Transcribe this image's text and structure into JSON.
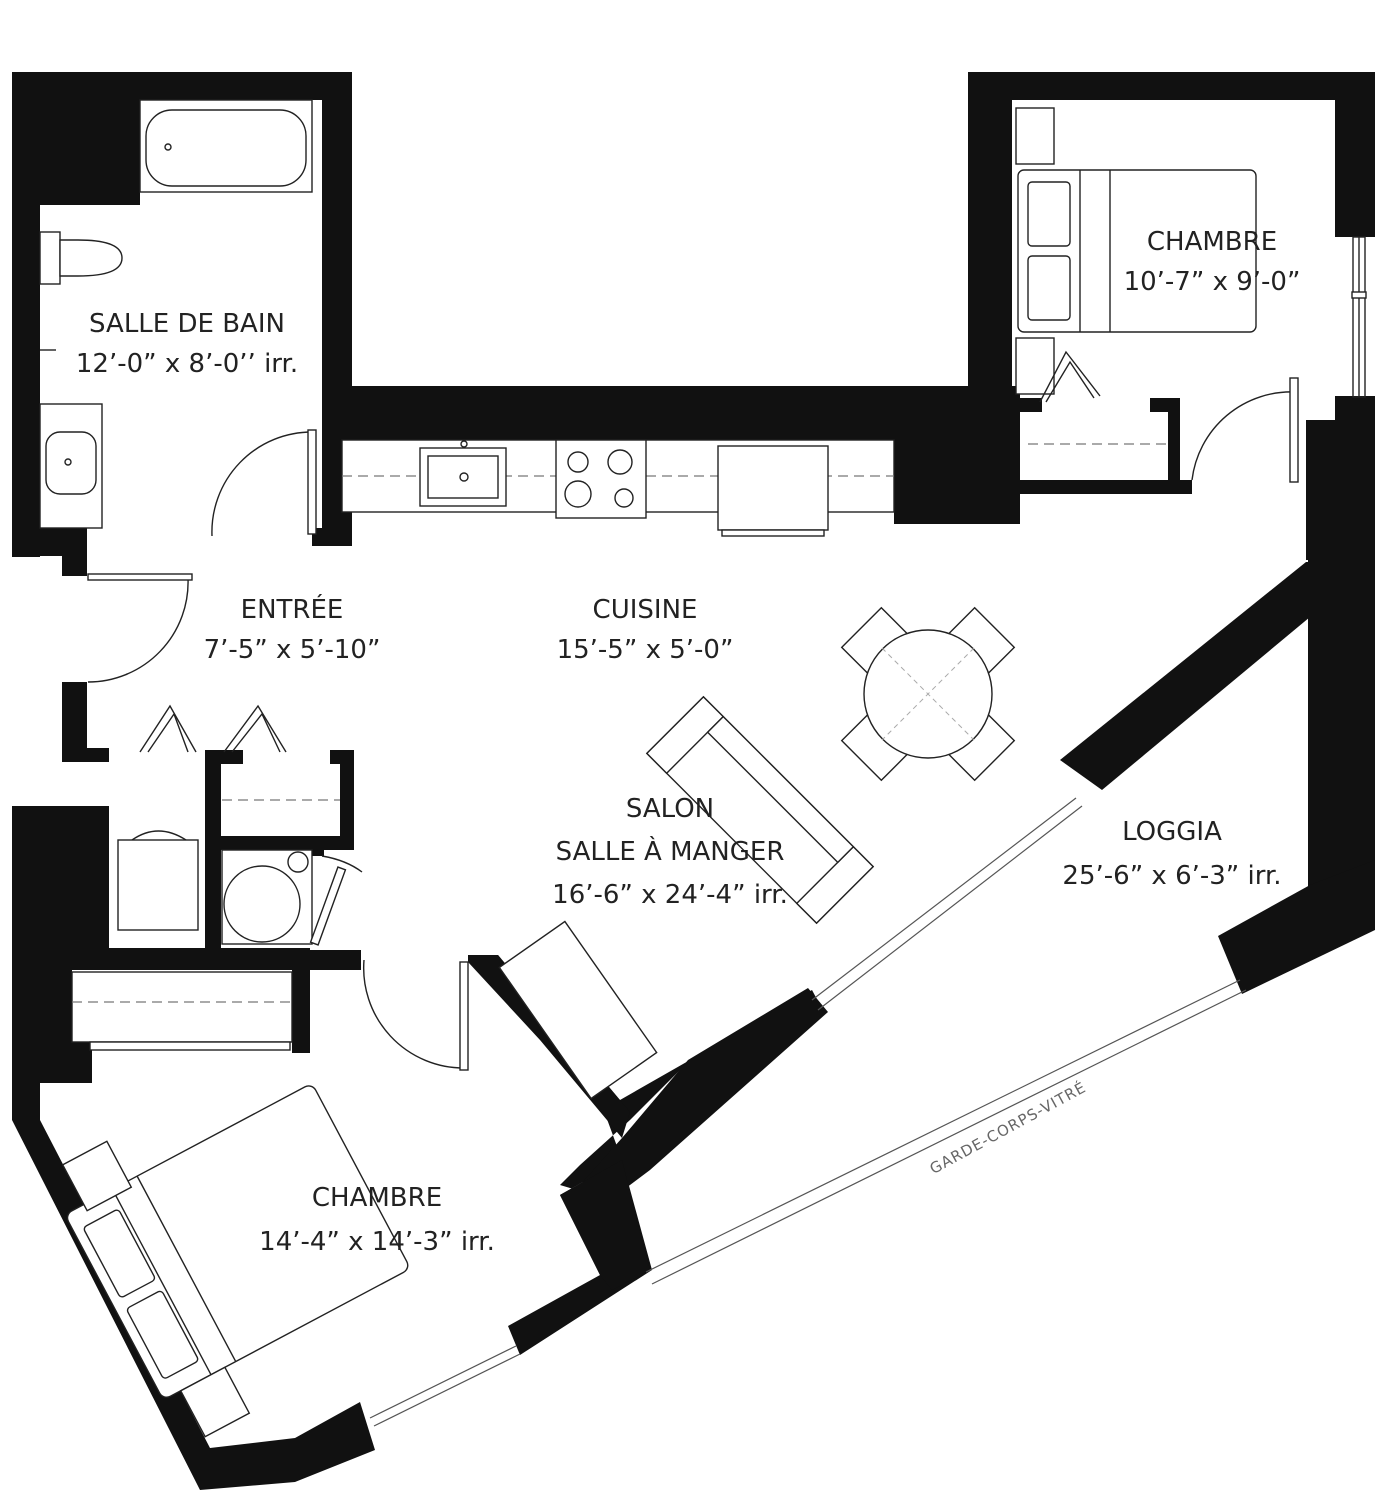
{
  "rooms": {
    "bathroom": {
      "name": "SALLE DE BAIN",
      "size": "12’-0” x 8’-0’’ irr."
    },
    "bedroom_top": {
      "name": "CHAMBRE",
      "size": "10’-7” x 9’-0”"
    },
    "entrance": {
      "name": "ENTRÉE",
      "size": "7’-5” x 5’-10”"
    },
    "kitchen": {
      "name": "CUISINE",
      "size": "15’-5” x 5’-0”"
    },
    "living": {
      "name": "SALON",
      "name2": "SALLE À MANGER",
      "size": "16’-6” x 24’-4” irr."
    },
    "loggia": {
      "name": "LOGGIA",
      "size": "25’-6” x 6’-3” irr."
    },
    "bedroom_bottom": {
      "name": "CHAMBRE",
      "size": "14’-4” x 14’-3” irr."
    }
  },
  "railing": {
    "label": "GARDE-CORPS-VITRÉ"
  },
  "colors": {
    "wall": "#111111",
    "line": "#222222",
    "background": "#ffffff"
  }
}
